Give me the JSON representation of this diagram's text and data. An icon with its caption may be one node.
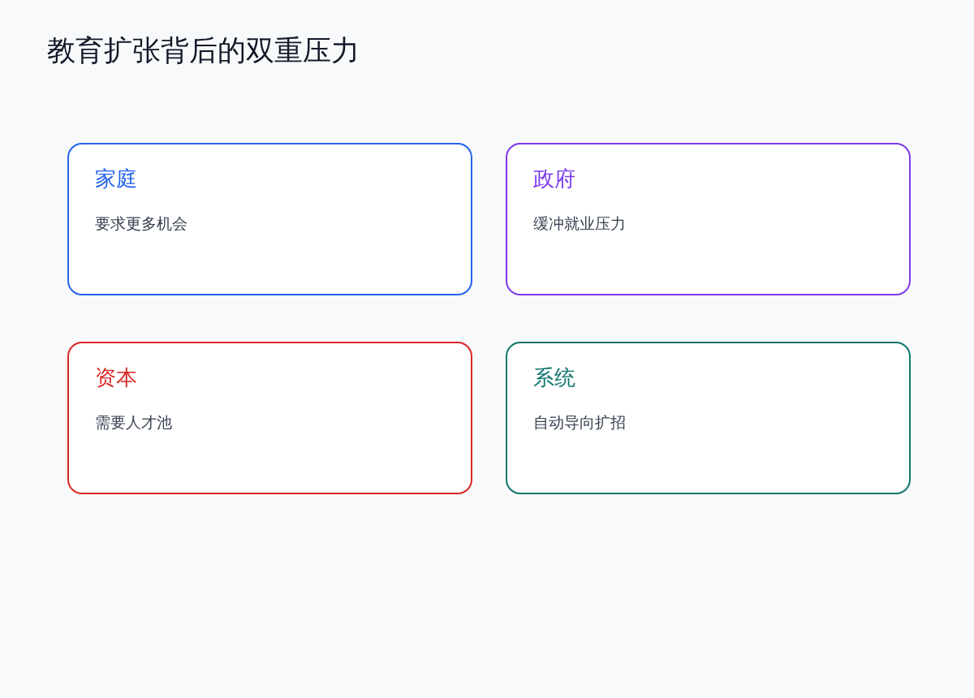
{
  "diagram": {
    "title": "教育扩张背后的双重压力",
    "nodes": [
      {
        "text": [
          "家庭",
          "要求更多机会"
        ]
      },
      {
        "text": [
          "政府",
          "缓冲就业压力"
        ]
      },
      {
        "text": [
          "资本",
          "需要人才池"
        ]
      },
      {
        "text": [
          "系统",
          "自动导向扩招"
        ]
      }
    ],
    "edges": []
  }
}
